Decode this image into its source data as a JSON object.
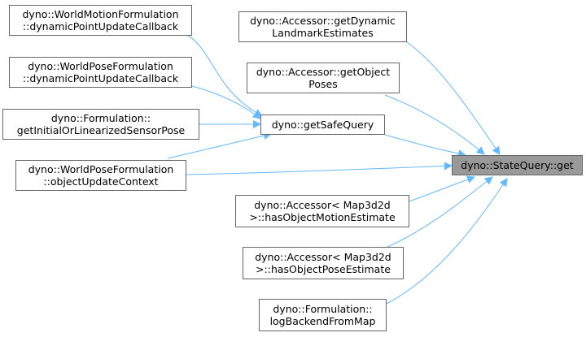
{
  "graph": {
    "target": {
      "line1": "dyno::StateQuery::get"
    },
    "helper": {
      "line1": "dyno::getSafeQuery"
    },
    "callers": [
      {
        "line1": "dyno::WorldMotionFormulation",
        "line2": "::dynamicPointUpdateCallback"
      },
      {
        "line1": "dyno::WorldPoseFormulation",
        "line2": "::dynamicPointUpdateCallback"
      },
      {
        "line1": "dyno::Formulation::",
        "line2": "getInitialOrLinearizedSensorPose"
      },
      {
        "line1": "dyno::WorldPoseFormulation",
        "line2": "::objectUpdateContext"
      },
      {
        "line1": "dyno::Accessor::getDynamic",
        "line2": "LandmarkEstimates"
      },
      {
        "line1": "dyno::Accessor::getObject",
        "line2": "Poses"
      },
      {
        "line1": "dyno::Accessor< Map3d2d",
        "line2": ">::hasObjectMotionEstimate"
      },
      {
        "line1": "dyno::Accessor< Map3d2d",
        "line2": ">::hasObjectPoseEstimate"
      },
      {
        "line1": "dyno::Formulation::",
        "line2": "logBackendFromMap"
      }
    ]
  },
  "colors": {
    "edge": "#63b8ff",
    "node_border": "#666666",
    "focus_fill": "#999999"
  }
}
